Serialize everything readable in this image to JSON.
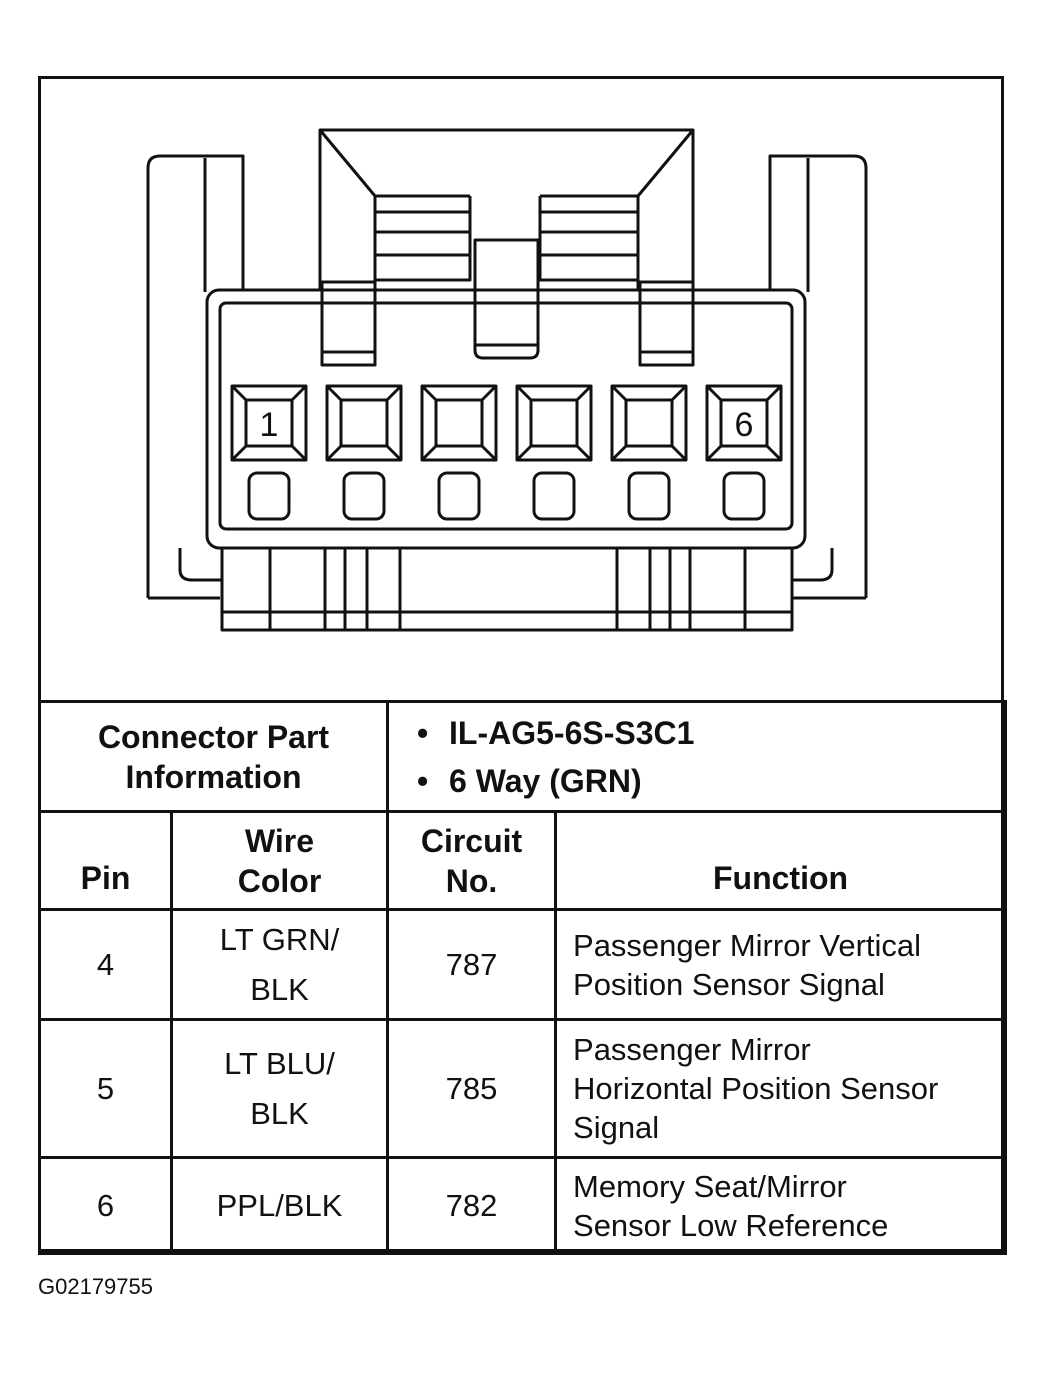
{
  "connector": {
    "pin_labels": [
      "1",
      "6"
    ]
  },
  "part_info": {
    "label_line1": "Connector Part",
    "label_line2": "Information",
    "items": [
      "IL-AG5-6S-S3C1",
      "6 Way (GRN)"
    ]
  },
  "table": {
    "headers": {
      "pin": "Pin",
      "wire_color_line1": "Wire",
      "wire_color_line2": "Color",
      "circuit_line1": "Circuit",
      "circuit_line2": "No.",
      "function": "Function"
    },
    "rows": [
      {
        "pin": "4",
        "wire_color_line1": "LT GRN/",
        "wire_color_line2": "BLK",
        "circuit": "787",
        "function_lines": [
          "Passenger Mirror Vertical",
          "Position Sensor Signal"
        ]
      },
      {
        "pin": "5",
        "wire_color_line1": "LT BLU/",
        "wire_color_line2": "BLK",
        "circuit": "785",
        "function_lines": [
          "Passenger Mirror",
          "Horizontal Position Sensor",
          "Signal"
        ]
      },
      {
        "pin": "6",
        "wire_color_line1": "PPL/BLK",
        "wire_color_line2": "",
        "circuit": "782",
        "function_lines": [
          "Memory Seat/Mirror",
          "Sensor Low Reference"
        ]
      }
    ]
  },
  "figure_id": "G02179755"
}
